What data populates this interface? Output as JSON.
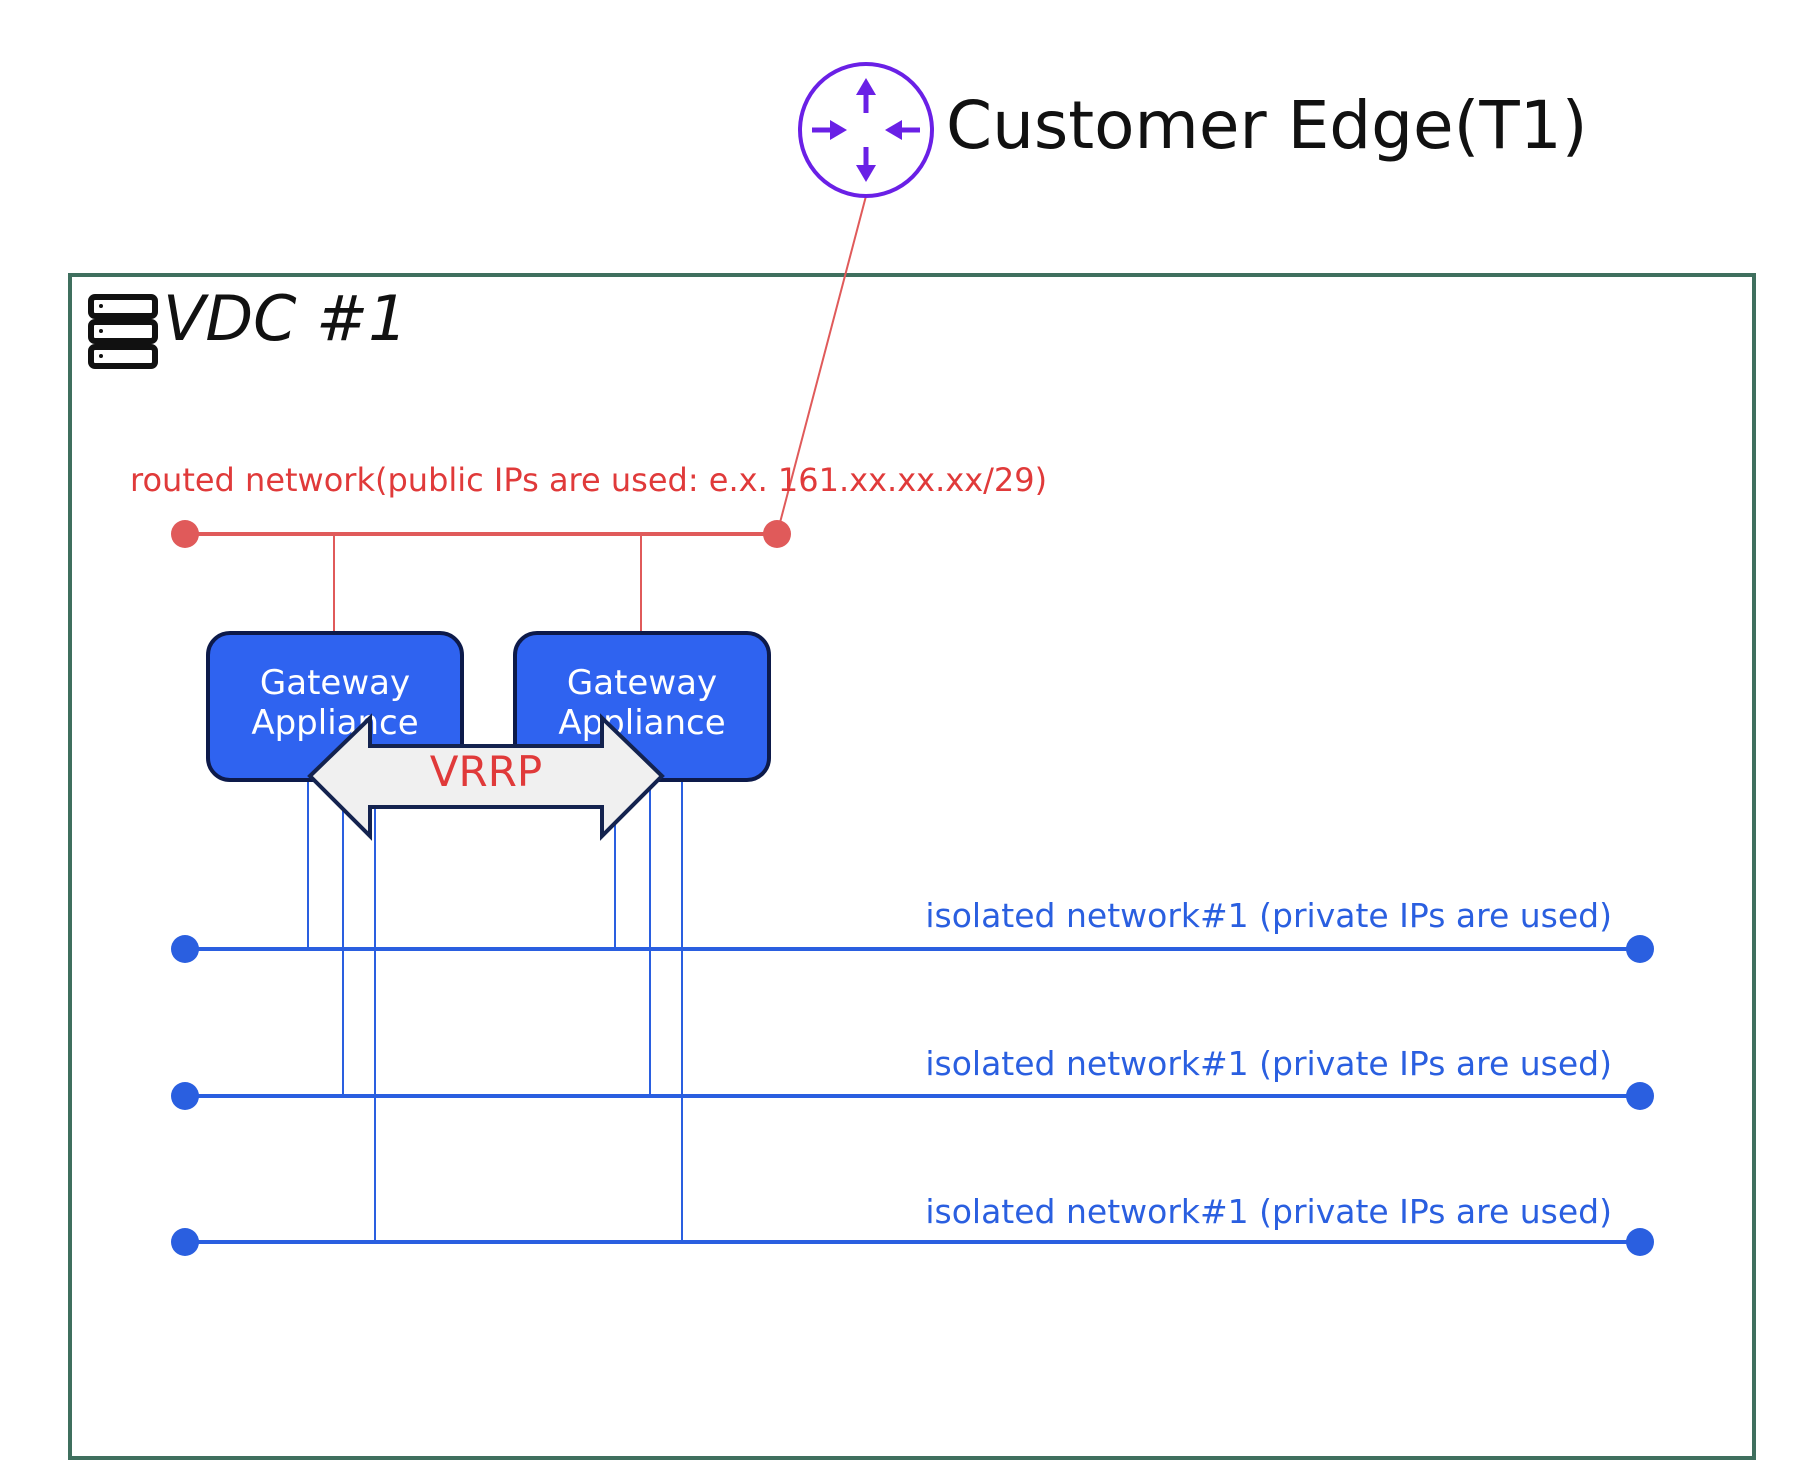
{
  "customer_edge": {
    "label": "Customer Edge(T1)",
    "icon": "router-icon"
  },
  "vdc": {
    "label": "VDC #1",
    "icon": "server-rack-icon"
  },
  "routed_network": {
    "label": "routed network(public IPs are used: e.x. 161.xx.xx.xx/29)",
    "color": "#e05a5a"
  },
  "gateways": [
    {
      "line1": "Gateway",
      "line2": "Appliance"
    },
    {
      "line1": "Gateway",
      "line2": "Appliance"
    }
  ],
  "vrrp": {
    "label": "VRRP"
  },
  "isolated_networks": [
    {
      "label": "isolated network#1 (private IPs are used)"
    },
    {
      "label": "isolated network#1 (private IPs are used)"
    },
    {
      "label": "isolated network#1 (private IPs are used)"
    }
  ],
  "colors": {
    "frame": "#3f6f5e",
    "gateway_fill": "#2f63f0",
    "gateway_stroke": "#0d1a4a",
    "isolated": "#2a5fe0",
    "router": "#6a20e6",
    "vrrp_fill": "#f0f0f0",
    "vrrp_stroke": "#14234f"
  }
}
